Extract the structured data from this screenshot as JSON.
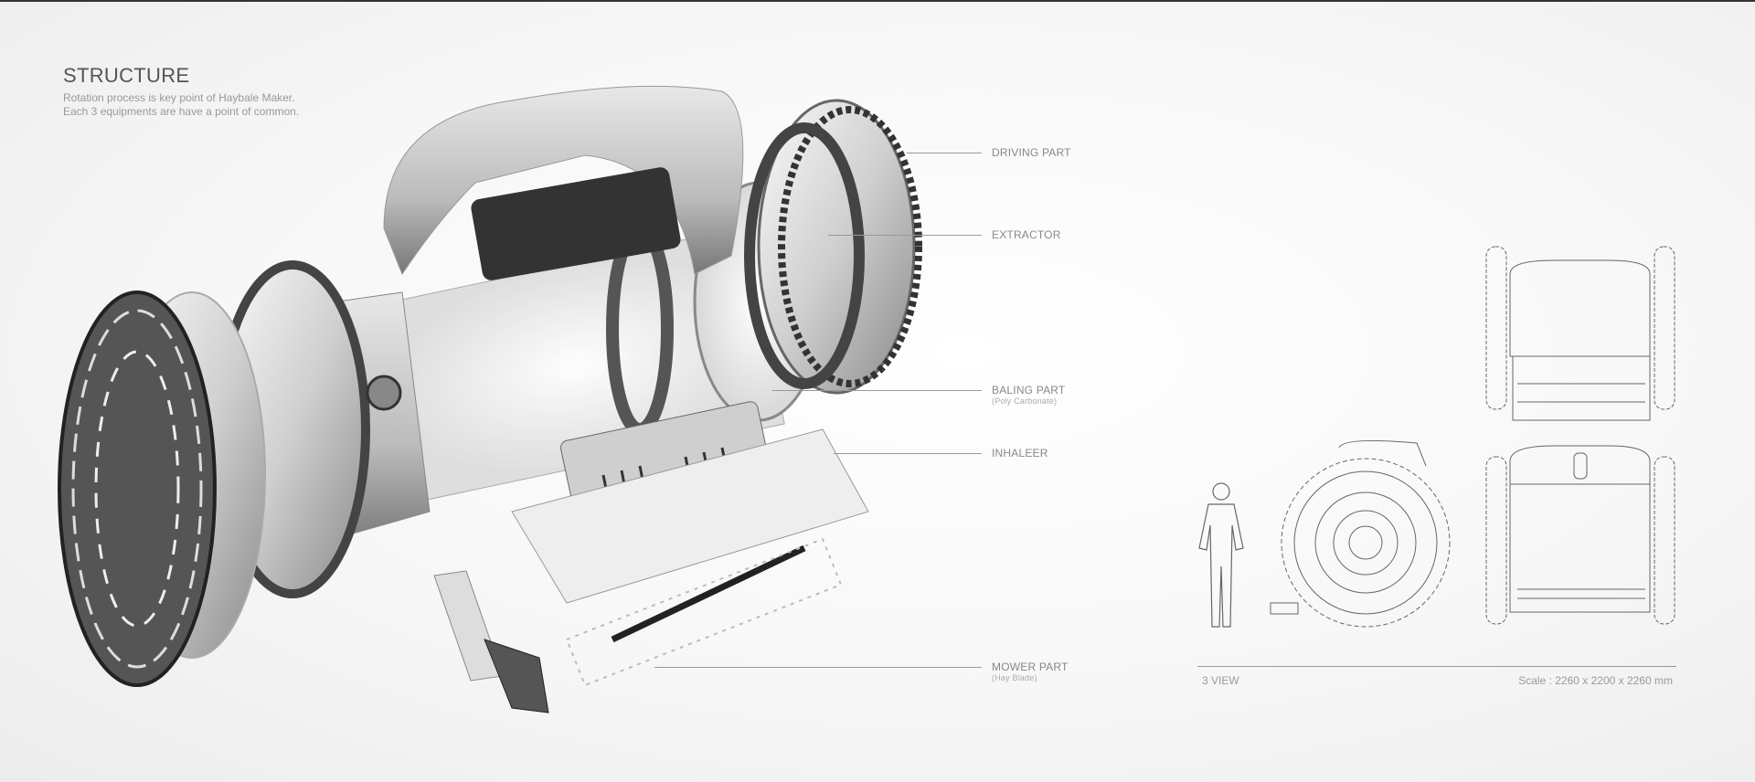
{
  "header": {
    "title": "STRUCTURE",
    "subtitle_lines": [
      "Rotation process is key point of Haybale Maker.",
      "Each 3 equipments are have a point of common."
    ]
  },
  "callouts": [
    {
      "label": "DRIVING PART",
      "note": ""
    },
    {
      "label": "EXTRACTOR",
      "note": ""
    },
    {
      "label": "BALING PART",
      "note": "(Poly Carbonate)"
    },
    {
      "label": "INHALEER",
      "note": ""
    },
    {
      "label": "MOWER PART",
      "note": "(Hay Blade)"
    }
  ],
  "three_view": {
    "label": "3 VIEW",
    "scale": "Scale : 2260 x 2200 x 2260 mm"
  }
}
